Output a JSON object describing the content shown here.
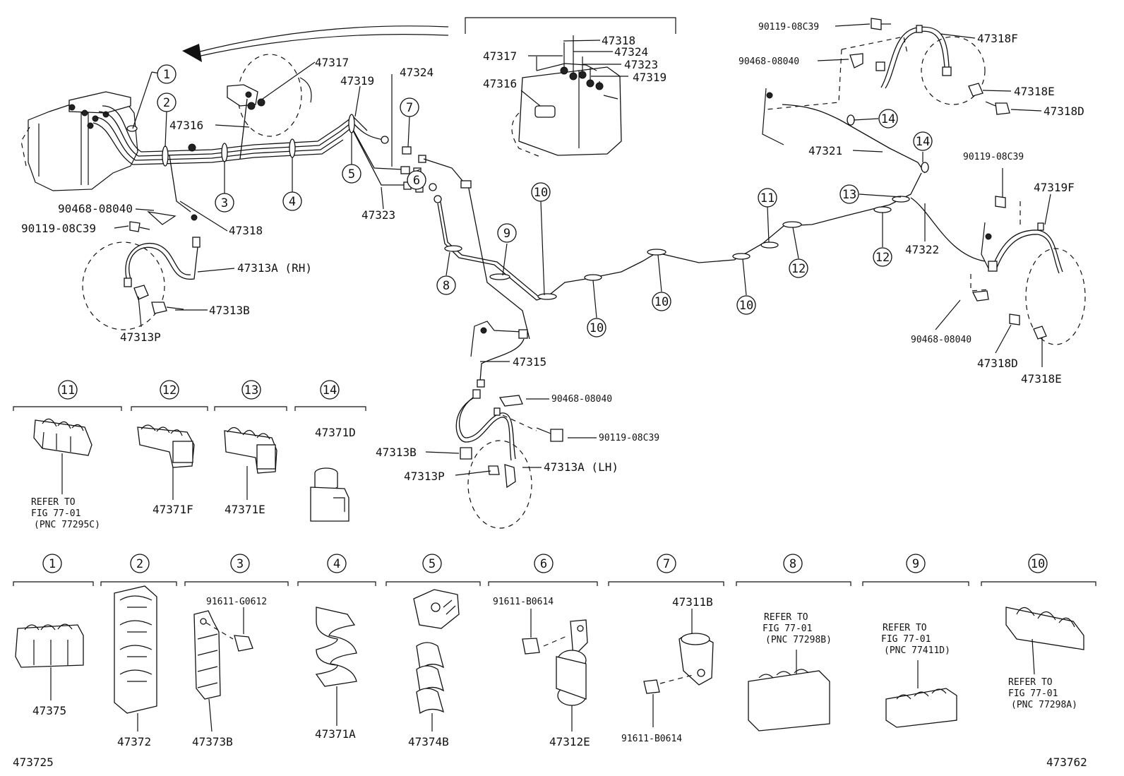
{
  "diagram": {
    "fig_code_left": "473725",
    "fig_code_right": "473762",
    "labels": {
      "p47317_a": "47317",
      "p47316_a": "47316",
      "p47319": "47319",
      "p47324": "47324",
      "p47323": "47323",
      "p47318": "47318",
      "p90468_a": "90468-08040",
      "p90119_a": "90119-08C39",
      "p47313A_rh": "47313A (RH)",
      "p47313B_a": "47313B",
      "p47313P_a": "47313P",
      "inset_47318": "47318",
      "inset_47317": "47317",
      "inset_47324": "47324",
      "inset_47323": "47323",
      "inset_47316": "47316",
      "inset_47319": "47319",
      "r90119_a": "90119-08C39",
      "r47318F": "47318F",
      "r90468_a": "90468-08040",
      "r47318E_a": "47318E",
      "r47318D_a": "47318D",
      "r47321": "47321",
      "r90119_b": "90119-08C39",
      "r47319F": "47319F",
      "r47322": "47322",
      "r90468_b": "90468-08040",
      "r47318D_b": "47318D",
      "r47318E_b": "47318E",
      "c47315": "47315",
      "c90468": "90468-08040",
      "c90119": "90119-08C39",
      "c47313B": "47313B",
      "c47313P": "47313P",
      "c47313A_lh": "47313A (LH)",
      "d11_refer_1": "REFER TO",
      "d11_refer_2": "FIG 77-01",
      "d11_refer_3": "(PNC 77295C)",
      "d12_part": "47371F",
      "d13_part": "47371E",
      "d14_part": "47371D",
      "b1_part": "47375",
      "b2_part": "47372",
      "b3_screw": "91611-G0612",
      "b3_part": "47373B",
      "b4_part": "47371A",
      "b5_part": "47374B",
      "b6_screw": "91611-B0614",
      "b6_part": "47312E",
      "b7_part_top": "47311B",
      "b7_screw": "91611-B0614",
      "b8_refer_1": "REFER TO",
      "b8_refer_2": "FIG 77-01",
      "b8_refer_3": "(PNC 77298B)",
      "b9_refer_1": "REFER TO",
      "b9_refer_2": "FIG 77-01",
      "b9_refer_3": "(PNC 77411D)",
      "b10_refer_1": "REFER TO",
      "b10_refer_2": "FIG 77-01",
      "b10_refer_3": "(PNC 77298A)"
    },
    "callouts": {
      "n1": "1",
      "n2": "2",
      "n3": "3",
      "n4": "4",
      "n5": "5",
      "n6": "6",
      "n7": "7",
      "n8": "8",
      "n9": "9",
      "n10a": "10",
      "n10b": "10",
      "n10c": "10",
      "n10d": "10",
      "n11": "11",
      "n12a": "12",
      "n12b": "12",
      "n13": "13",
      "n14a": "14",
      "n14b": "14",
      "d11": "11",
      "d12": "12",
      "d13": "13",
      "d14": "14",
      "b1": "1",
      "b2": "2",
      "b3": "3",
      "b4": "4",
      "b5": "5",
      "b6": "6",
      "b7": "7",
      "b8": "8",
      "b9": "9",
      "b10": "10"
    }
  }
}
